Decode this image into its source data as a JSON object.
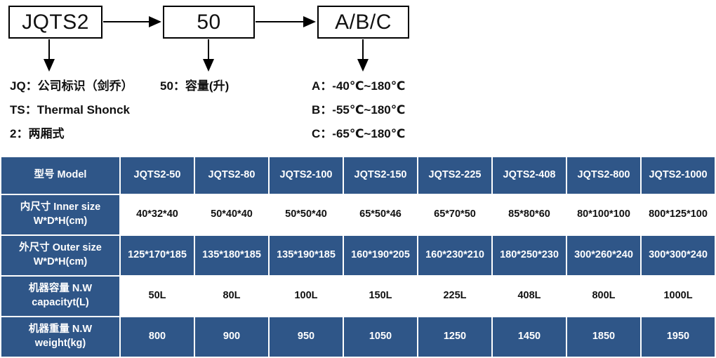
{
  "diagram": {
    "boxes": [
      {
        "name": "model-code",
        "label": "JQTS2"
      },
      {
        "name": "volume-code",
        "label": "50"
      },
      {
        "name": "temperature-code",
        "label": "A/B/C"
      }
    ],
    "legend_left": [
      "JQ：公司标识（剑乔）",
      "TS：Thermal Shonck",
      "2：两厢式"
    ],
    "legend_mid": [
      "50：容量(升)"
    ],
    "legend_right": [
      "A：-40℃~180℃",
      "B：-55℃~180℃",
      "C：-65℃~180℃"
    ]
  },
  "table": {
    "header_label": "型号 Model",
    "models": [
      "JQTS2-50",
      "JQTS2-80",
      "JQTS2-100",
      "JQTS2-150",
      "JQTS2-225",
      "JQTS2-408",
      "JQTS2-800",
      "JQTS2-1000"
    ],
    "rows": [
      {
        "label_line1": "内尺寸 Inner size",
        "label_line2": "W*D*H(cm)",
        "values": [
          "40*32*40",
          "50*40*40",
          "50*50*40",
          "65*50*46",
          "65*70*50",
          "85*80*60",
          "80*100*100",
          "800*125*100"
        ]
      },
      {
        "label_line1": "外尺寸 Outer size",
        "label_line2": "W*D*H(cm)",
        "values": [
          "125*170*185",
          "135*180*185",
          "135*190*185",
          "160*190*205",
          "160*230*210",
          "180*250*230",
          "300*260*240",
          "300*300*240"
        ]
      },
      {
        "label_line1": "机器容量 N.W",
        "label_line2": "capacityt(L)",
        "values": [
          "50L",
          "80L",
          "100L",
          "150L",
          "225L",
          "408L",
          "800L",
          "1000L"
        ]
      },
      {
        "label_line1": "机器重量 N.W",
        "label_line2": "weight(kg)",
        "values": [
          "800",
          "900",
          "950",
          "1050",
          "1250",
          "1450",
          "1850",
          "1950"
        ]
      }
    ]
  },
  "colors": {
    "header_blue": "#2f5688",
    "cell_white": "#ffffff",
    "text_dark": "#111111"
  }
}
